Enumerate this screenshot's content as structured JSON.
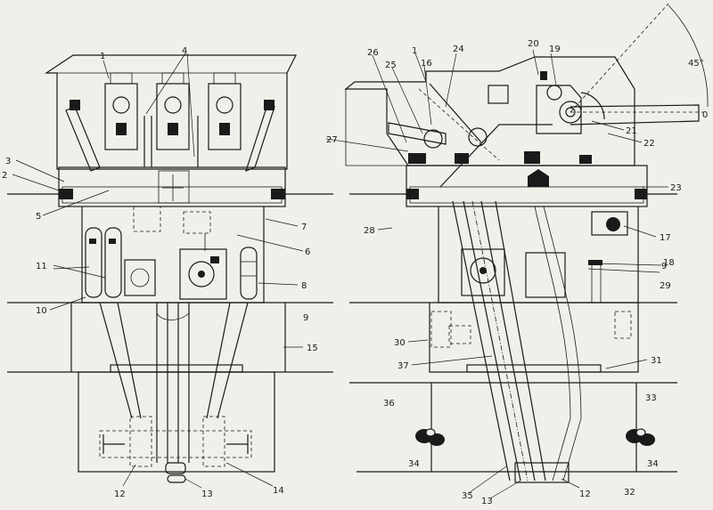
{
  "front_view": {
    "labels": [
      {
        "id": "1",
        "text": "1"
      },
      {
        "id": "2",
        "text": "2"
      },
      {
        "id": "3",
        "text": "3"
      },
      {
        "id": "4",
        "text": "4"
      },
      {
        "id": "5",
        "text": "5"
      },
      {
        "id": "6",
        "text": "6"
      },
      {
        "id": "7",
        "text": "7"
      },
      {
        "id": "8",
        "text": "8"
      },
      {
        "id": "9",
        "text": "9"
      },
      {
        "id": "10",
        "text": "10"
      },
      {
        "id": "11",
        "text": "11"
      },
      {
        "id": "12",
        "text": "12"
      },
      {
        "id": "13",
        "text": "13"
      },
      {
        "id": "14",
        "text": "14"
      },
      {
        "id": "15",
        "text": "15"
      }
    ]
  },
  "side_view": {
    "labels": [
      {
        "id": "1",
        "text": "1"
      },
      {
        "id": "9",
        "text": "9"
      },
      {
        "id": "12",
        "text": "12"
      },
      {
        "id": "13",
        "text": "13"
      },
      {
        "id": "16",
        "text": "16"
      },
      {
        "id": "17",
        "text": "17"
      },
      {
        "id": "18",
        "text": "18"
      },
      {
        "id": "19",
        "text": "19"
      },
      {
        "id": "20",
        "text": "20"
      },
      {
        "id": "21",
        "text": "21"
      },
      {
        "id": "22",
        "text": "22"
      },
      {
        "id": "23",
        "text": "23"
      },
      {
        "id": "24",
        "text": "24"
      },
      {
        "id": "25",
        "text": "25"
      },
      {
        "id": "26",
        "text": "26"
      },
      {
        "id": "27",
        "text": "27"
      },
      {
        "id": "28",
        "text": "28"
      },
      {
        "id": "29",
        "text": "29"
      },
      {
        "id": "30",
        "text": "30"
      },
      {
        "id": "31",
        "text": "31"
      },
      {
        "id": "32",
        "text": "32"
      },
      {
        "id": "33",
        "text": "33"
      },
      {
        "id": "34a",
        "text": "34"
      },
      {
        "id": "34b",
        "text": "34"
      },
      {
        "id": "35",
        "text": "35"
      },
      {
        "id": "36",
        "text": "36"
      },
      {
        "id": "37",
        "text": "37"
      }
    ],
    "angle_small": "0",
    "angle_large": "45°"
  }
}
